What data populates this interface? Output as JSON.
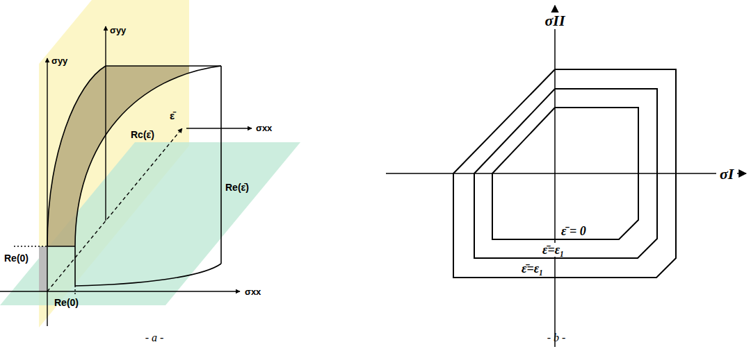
{
  "diagram": {
    "labels": [
      "σyy",
      "σyy",
      "Rc(ε̄)",
      "ε̄",
      "Re(ε̄)",
      "σxx",
      "Re(0)",
      "σxx",
      "Re(0)",
      "σII",
      "σI",
      "ε̄ = 0",
      "ε̄=ε₁",
      "ε̄=ε₁",
      "- a -",
      "- b -"
    ]
  }
}
